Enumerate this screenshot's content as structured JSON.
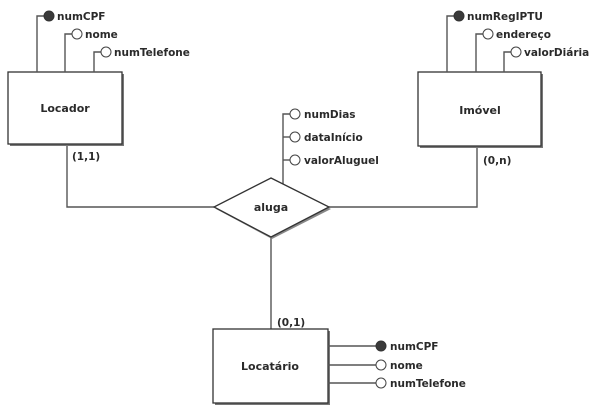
{
  "entities": {
    "locador": {
      "name": "Locador",
      "cardinality": "(1,1)",
      "attributes": [
        {
          "name": "numCPF",
          "key": true
        },
        {
          "name": "nome",
          "key": false
        },
        {
          "name": "numTelefone",
          "key": false
        }
      ]
    },
    "imovel": {
      "name": "Imóvel",
      "cardinality": "(0,n)",
      "attributes": [
        {
          "name": "numRegIPTU",
          "key": true
        },
        {
          "name": "endereço",
          "key": false
        },
        {
          "name": "valorDiária",
          "key": false
        }
      ]
    },
    "locatario": {
      "name": "Locatário",
      "cardinality": "(0,1)",
      "attributes": [
        {
          "name": "numCPF",
          "key": true
        },
        {
          "name": "nome",
          "key": false
        },
        {
          "name": "numTelefone",
          "key": false
        }
      ]
    }
  },
  "relationship": {
    "name": "aluga",
    "attributes": [
      {
        "name": "numDias",
        "key": false
      },
      {
        "name": "dataInício",
        "key": false
      },
      {
        "name": "valorAluguel",
        "key": false
      }
    ]
  }
}
